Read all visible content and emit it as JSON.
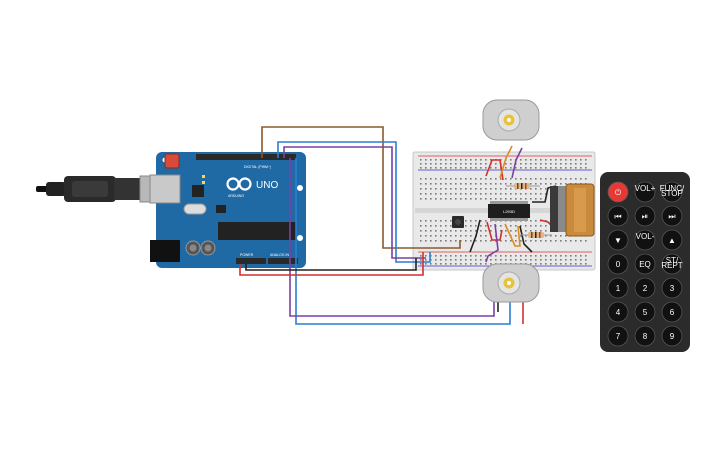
{
  "arduino": {
    "brand": "UNO",
    "logo_text": "ARDUINO",
    "header_digital": "DIGITAL (PWM~)",
    "header_power": "POWER",
    "header_analog": "ANALOG IN",
    "colors": {
      "board": "#1f6aa5",
      "header": "#2a2a2a",
      "text": "#ffffff"
    }
  },
  "ic": {
    "label": "L293D"
  },
  "remote": {
    "keys": [
      [
        "power",
        "VOL+",
        "FUNC/ STOP"
      ],
      [
        "prev",
        "play-pause",
        "next"
      ],
      [
        "down",
        "VOL-",
        "up"
      ],
      [
        "0",
        "EQ",
        "ST/ REPT"
      ],
      [
        "1",
        "2",
        "3"
      ],
      [
        "4",
        "5",
        "6"
      ],
      [
        "7",
        "8",
        "9"
      ]
    ],
    "colors": {
      "body": "#2b2b2b",
      "key": "#111111",
      "power": "#e53935"
    }
  },
  "wire_colors": {
    "brown": "#8b5a2b",
    "blue": "#2a7fd3",
    "purple": "#7b3fa6",
    "red": "#d32f2f",
    "black": "#222222",
    "orange": "#e08a1e"
  }
}
